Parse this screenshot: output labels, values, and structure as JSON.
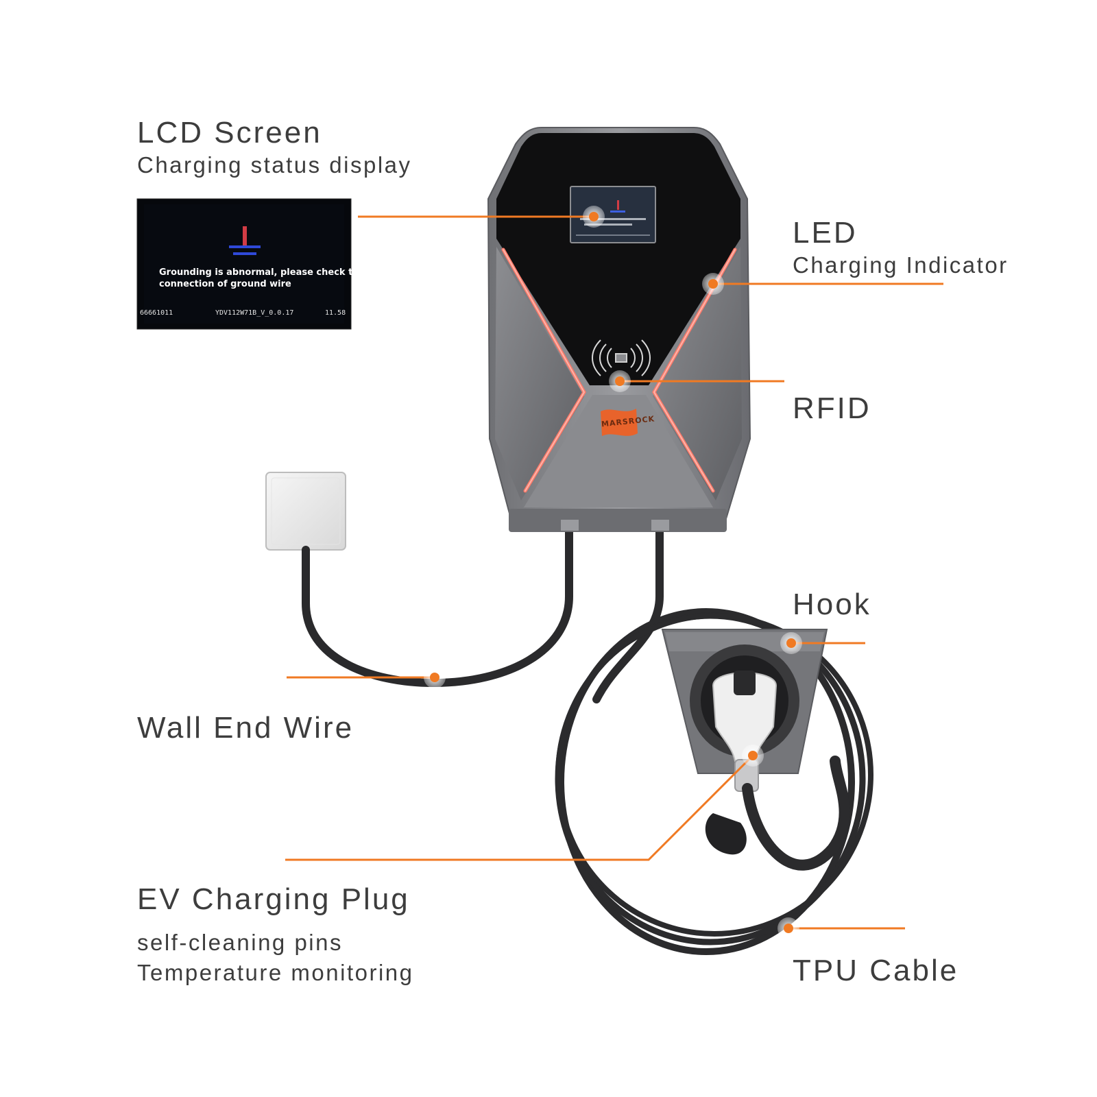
{
  "labels": {
    "lcd": {
      "title": "LCD Screen",
      "subtitle": "Charging status display"
    },
    "led": {
      "title": "LED",
      "subtitle": "Charging Indicator"
    },
    "rfid": {
      "title": "RFID"
    },
    "hook": {
      "title": "Hook"
    },
    "wall_wire": {
      "title": "Wall End Wire"
    },
    "plug": {
      "title": "EV Charging Plug",
      "line1": "self-cleaning pins",
      "line2": "Temperature monitoring"
    },
    "tpu": {
      "title": "TPU Cable"
    }
  },
  "lcd_screen": {
    "message_line1": "Grounding is abnormal, please check the",
    "message_line2": "connection of ground wire",
    "code": "66661011",
    "firmware": "YDV112W71B_V_0.0.17",
    "value": "11.58"
  },
  "brand": "MARSROCK",
  "colors": {
    "accent": "#f07a23",
    "text": "#3d3d3d",
    "housing_dark": "#111111",
    "housing_gray": "#7b7c80",
    "led_red": "#ff6b5e",
    "cable": "#2b2b2d"
  },
  "icons": {
    "rfid": "rfid-wave-icon",
    "ground": "ground-symbol-icon"
  }
}
